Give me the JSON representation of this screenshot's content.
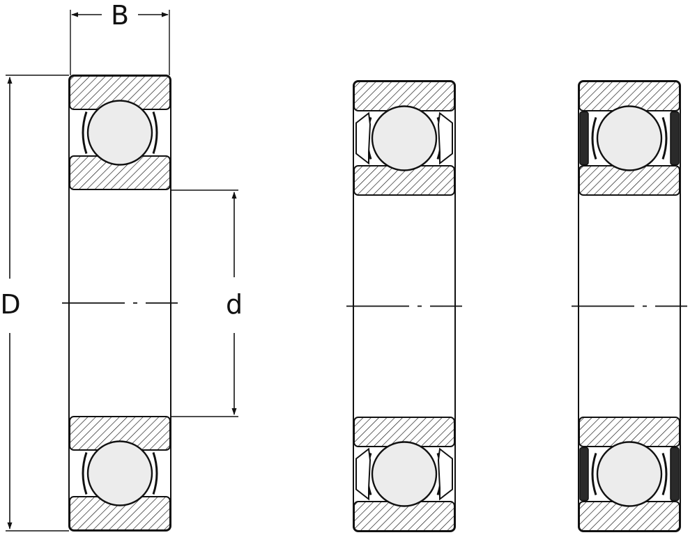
{
  "diagram": {
    "labels": {
      "width": "B",
      "outer_diameter": "D",
      "bore_diameter": "d"
    },
    "views": [
      {
        "name": "open-bearing",
        "variant": "open"
      },
      {
        "name": "shielded-bearing",
        "variant": "shield"
      },
      {
        "name": "sealed-bearing",
        "variant": "seal"
      }
    ],
    "colors": {
      "line": "#111111",
      "ball_fill": "#ececec",
      "seal_fill": "#2a2a2a",
      "background": "#ffffff"
    }
  }
}
